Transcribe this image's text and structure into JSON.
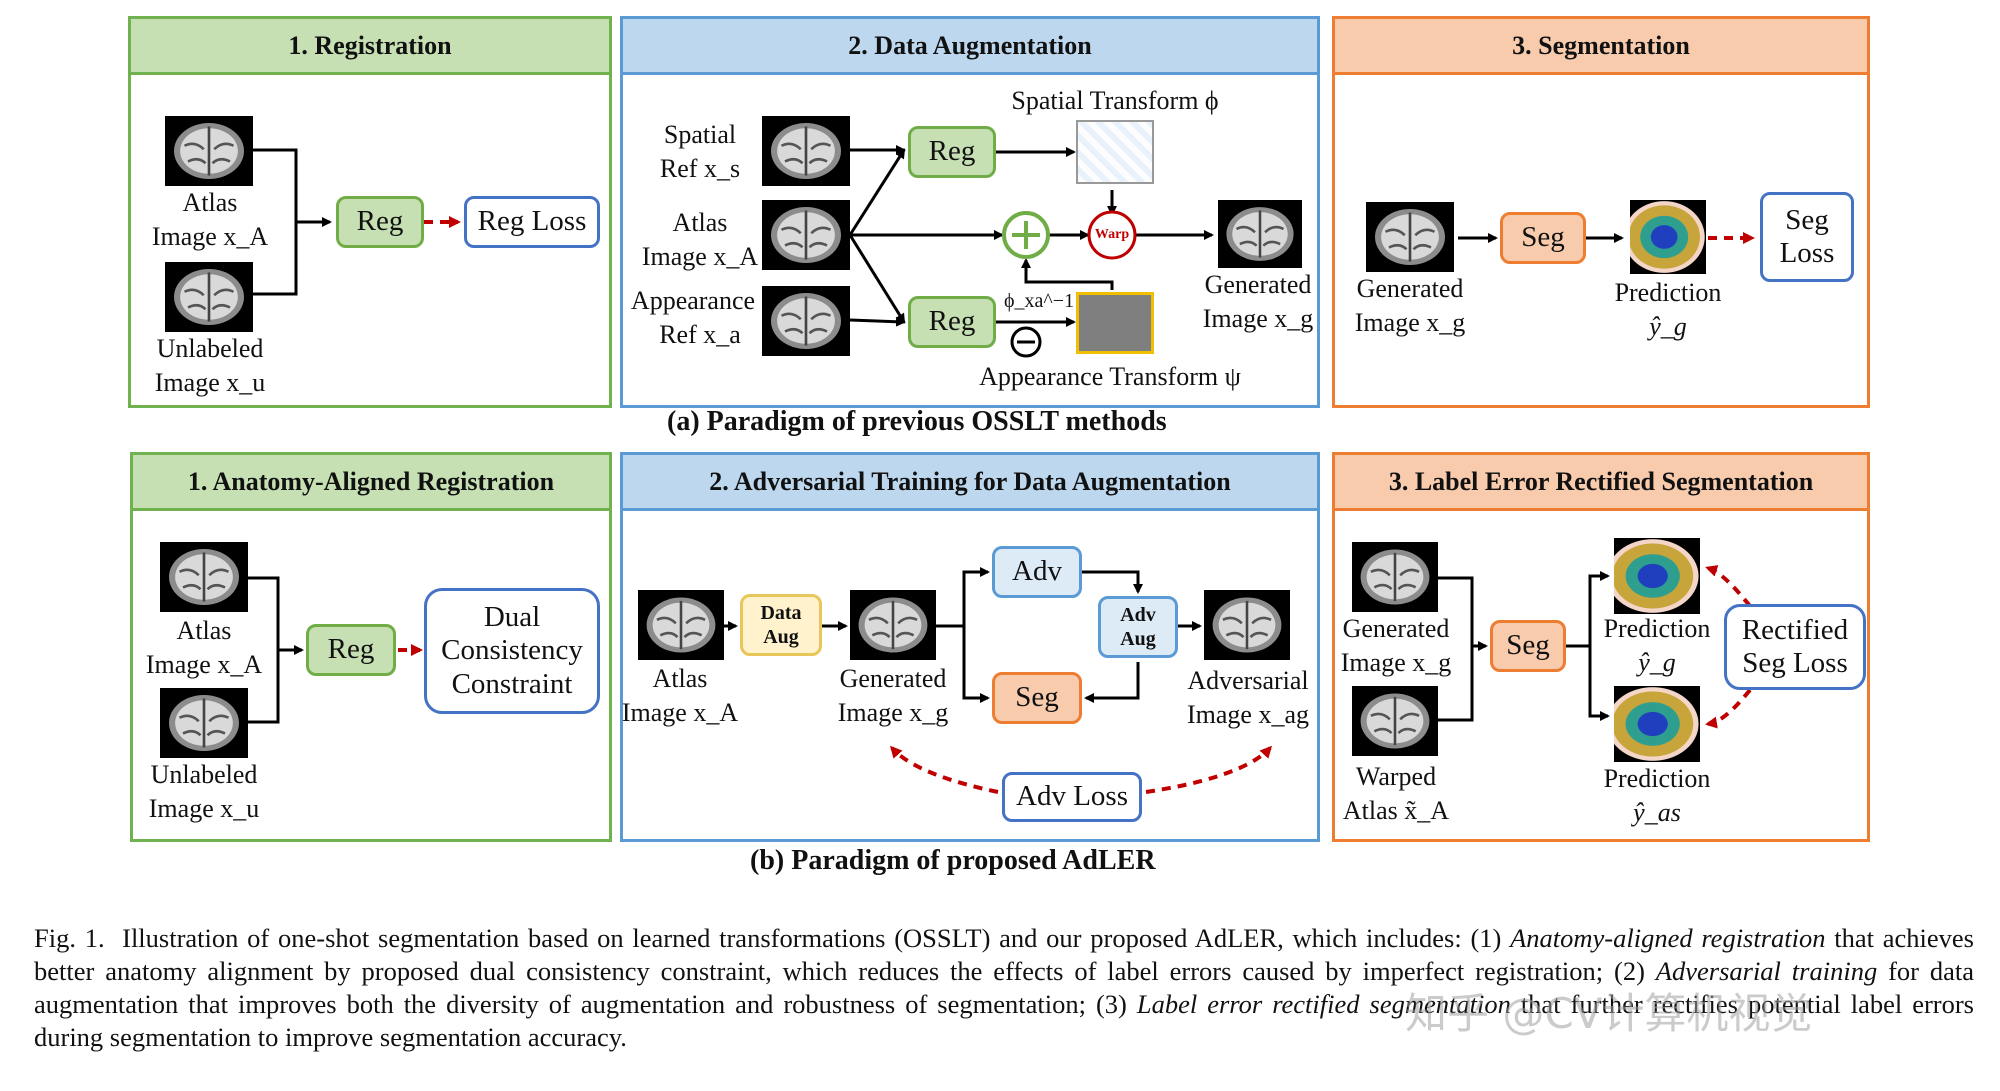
{
  "row_a": {
    "caption": "(a) Paradigm of previous OSSLT methods",
    "registration": {
      "title": "1. Registration",
      "atlas": "Atlas",
      "atlas_img": "Image x_A",
      "unlabeled": "Unlabeled",
      "unlabeled_img": "Image x_u",
      "reg": "Reg",
      "reg_loss": "Reg Loss"
    },
    "augmentation": {
      "title": "2. Data Augmentation",
      "spatial_ref_1": "Spatial",
      "spatial_ref_2": "Ref x_s",
      "atlas": "Atlas",
      "atlas_img": "Image x_A",
      "appearance_ref_1": "Appearance",
      "appearance_ref_2": "Ref x_a",
      "reg_top": "Reg",
      "reg_bottom": "Reg",
      "spatial_transform": "Spatial Transform ϕ",
      "warp": "Warp",
      "phi_inv": "ϕ_xa^−1",
      "appearance_transform": "Appearance Transform ψ",
      "generated": "Generated",
      "generated_img": "Image x_g"
    },
    "segmentation": {
      "title": "3. Segmentation",
      "generated": "Generated",
      "generated_img": "Image x_g",
      "seg": "Seg",
      "prediction": "Prediction",
      "prediction_sym": "ŷ_g",
      "seg_loss_1": "Seg",
      "seg_loss_2": "Loss"
    }
  },
  "row_b": {
    "caption": "(b) Paradigm of proposed AdLER",
    "registration": {
      "title": "1. Anatomy-Aligned Registration",
      "atlas": "Atlas",
      "atlas_img": "Image x_A",
      "unlabeled": "Unlabeled",
      "unlabeled_img": "Image x_u",
      "reg": "Reg",
      "dual_1": "Dual",
      "dual_2": "Consistency",
      "dual_3": "Constraint"
    },
    "adversarial": {
      "title": "2. Adversarial Training for Data Augmentation",
      "atlas": "Atlas",
      "atlas_img": "Image x_A",
      "data_aug_1": "Data",
      "data_aug_2": "Aug",
      "generated": "Generated",
      "generated_img": "Image x_g",
      "adv": "Adv",
      "seg": "Seg",
      "adv_aug_1": "Adv",
      "adv_aug_2": "Aug",
      "adversarial": "Adversarial",
      "adversarial_img": "Image x_ag",
      "adv_loss": "Adv Loss"
    },
    "label_error": {
      "title": "3. Label Error Rectified Segmentation",
      "generated": "Generated",
      "generated_img": "Image x_g",
      "warped": "Warped",
      "warped_img": "Atlas x̃_A",
      "seg": "Seg",
      "prediction_top": "Prediction",
      "prediction_top_sym": "ŷ_g",
      "prediction_bottom": "Prediction",
      "prediction_bottom_sym": "ŷ_as",
      "rectified_1": "Rectified",
      "rectified_2": "Seg Loss"
    }
  },
  "caption": {
    "fig": "Fig. 1.",
    "t1": "Illustration of one-shot segmentation based on learned transformations (OSSLT) and our proposed AdLER, which includes: (1) ",
    "i1": "Anatomy-aligned registration",
    "t2": " that achieves better anatomy alignment by proposed dual consistency constraint, which reduces the effects of label errors caused by imperfect registration; (2) ",
    "i2": "Adversarial training",
    "t3": " for data augmentation that improves both the diversity of augmentation and robustness of segmentation; (3) ",
    "i3": "Label error rectified segmentation",
    "t4": " that further rectifies potential label errors during segmentation to improve segmentation accuracy."
  },
  "watermark": "知乎 @CV计算机视觉",
  "colors": {
    "green_header": "#c6e0b4",
    "green_border": "#6fb24f",
    "blue_header": "#bdd7ee",
    "blue_border": "#5b9bd5",
    "orange_header": "#f8cbad",
    "orange_border": "#ed7d31",
    "loss_arrow": "#c00000"
  }
}
